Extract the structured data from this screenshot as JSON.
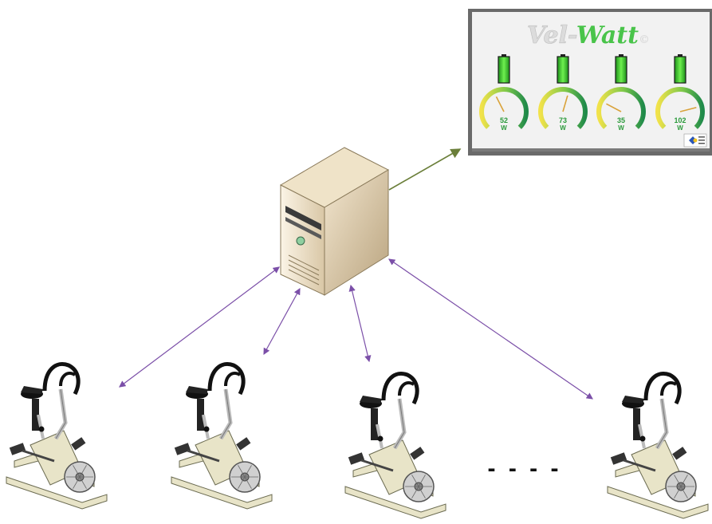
{
  "display": {
    "title_prefix": "Vel-",
    "title_main": "Watt",
    "title_mark": "©",
    "accent_green": "#3fc23a",
    "gauges": [
      {
        "value": "52",
        "unit": "W",
        "level": 0.4
      },
      {
        "value": "73",
        "unit": "W",
        "level": 0.56
      },
      {
        "value": "35",
        "unit": "W",
        "level": 0.27
      },
      {
        "value": "102",
        "unit": "W",
        "level": 0.78
      }
    ]
  },
  "server": {
    "icon": "server-tower-icon"
  },
  "bikes": [
    {
      "icon": "exercise-bike-icon"
    },
    {
      "icon": "exercise-bike-icon"
    },
    {
      "icon": "exercise-bike-icon"
    },
    {
      "icon": "exercise-bike-icon"
    }
  ],
  "ellipsis": "- - - -",
  "colors": {
    "server_to_display_arrow": "#6b7f3a",
    "bike_link_arrow": "#7b4fa8"
  }
}
